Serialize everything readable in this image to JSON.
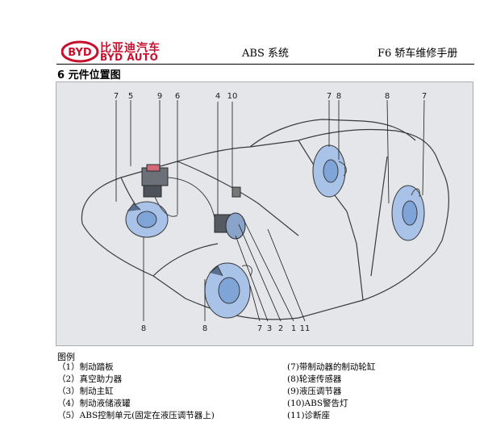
{
  "header": {
    "brand_cn": "比亚迪汽车",
    "brand_en": "BYD AUTO",
    "logo_text": "BYD",
    "center_title": "ABS 系统",
    "right_title": "F6 轿车维修手册"
  },
  "section": {
    "title": "6  元件位置图"
  },
  "figure": {
    "callouts_top": [
      "7",
      "5",
      "9",
      "6",
      "4",
      "10",
      "7",
      "8",
      "8",
      "7"
    ],
    "callouts_bottom": [
      "8",
      "8",
      "7",
      "3",
      "2",
      "1",
      "11"
    ]
  },
  "legend": {
    "title": "图例",
    "left": [
      "（1）制动踏板",
      "（2）真空助力器",
      "（3）制动主缸",
      "（4）制动液储液罐",
      "（5）ABS控制单元(固定在液压调节器上)"
    ],
    "right": [
      "(7)带制动器的制动轮缸",
      "(8)轮速传感器",
      "(9)液压调节器",
      "(10)ABS警告灯",
      "(11)诊断座"
    ]
  }
}
